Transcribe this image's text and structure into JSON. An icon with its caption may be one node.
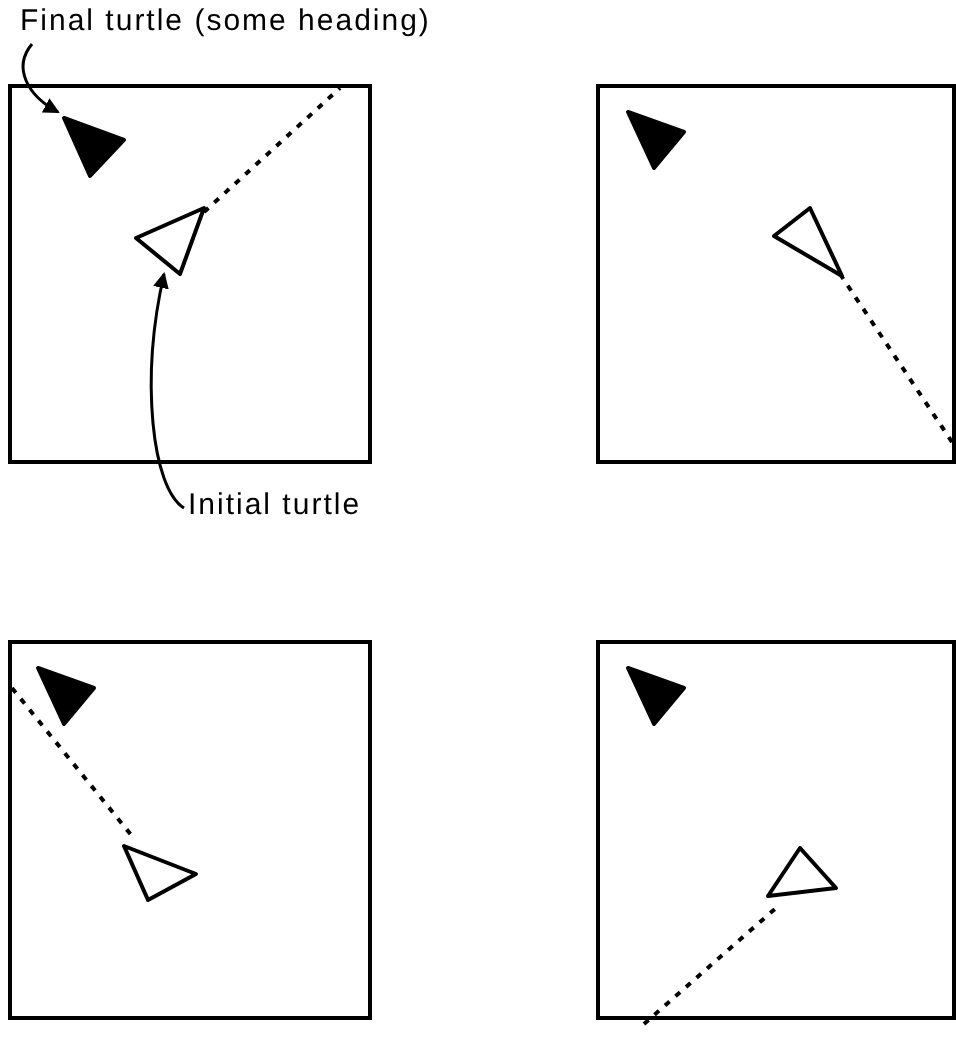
{
  "diagram": {
    "nodes": [
      {
        "text": [
          "Final turtle (some heading)"
        ]
      },
      {
        "text": [
          "Initial turtle"
        ]
      },
      {
        "text": [],
        "shape": "box"
      },
      {
        "text": [],
        "shape": "triangle",
        "in": 2
      },
      {
        "text": [],
        "shape": "triangle",
        "in": 2
      },
      {
        "text": [],
        "shape": "box"
      },
      {
        "text": [],
        "shape": "triangle",
        "in": 5
      },
      {
        "text": [],
        "shape": "triangle",
        "in": 5
      },
      {
        "text": [],
        "shape": "box"
      },
      {
        "text": [],
        "shape": "triangle",
        "in": 8
      },
      {
        "text": [],
        "shape": "triangle",
        "in": 8
      },
      {
        "text": [],
        "shape": "box"
      },
      {
        "text": [],
        "shape": "triangle",
        "in": 11
      },
      {
        "text": [],
        "shape": "triangle",
        "in": 11
      }
    ],
    "edges": [
      {
        "from": 0,
        "to": 3,
        "arrow": "to"
      },
      {
        "from": 1,
        "to": 4,
        "arrow": "to"
      }
    ]
  }
}
